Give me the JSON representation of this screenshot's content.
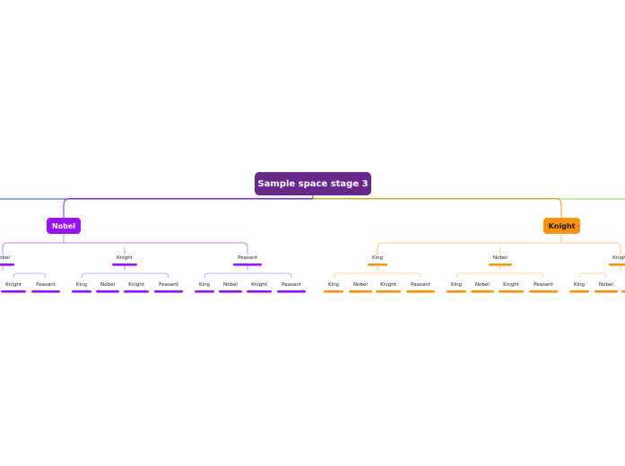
{
  "root": {
    "label": "Sample space stage 3"
  },
  "branches": [
    {
      "label": "Nobel",
      "color": "#9b12f0",
      "line_color": "#c38ae6",
      "subtopics": [
        {
          "label": "Nobel",
          "children": [
            "Knight",
            "Peasant"
          ]
        },
        {
          "label": "Knight",
          "children": [
            "King",
            "Nobel",
            "Knight",
            "Peasant"
          ]
        },
        {
          "label": "Peasant",
          "children": [
            "King",
            "Nobel",
            "Knight",
            "Peasant"
          ]
        }
      ]
    },
    {
      "label": "Knight",
      "color": "#f7940c",
      "line_color": "#f8c883",
      "subtopics": [
        {
          "label": "King",
          "children": [
            "King",
            "Nobel",
            "Knight",
            "Peasant"
          ]
        },
        {
          "label": "Nobel",
          "children": [
            "King",
            "Nobel",
            "Knight",
            "Peasant"
          ]
        },
        {
          "label": "Knight",
          "children": [
            "King",
            "Nobel"
          ]
        }
      ]
    }
  ],
  "edge_colors": {
    "left_offscreen": "#1b5ea8",
    "right_offscreen": "#8fd14f"
  }
}
